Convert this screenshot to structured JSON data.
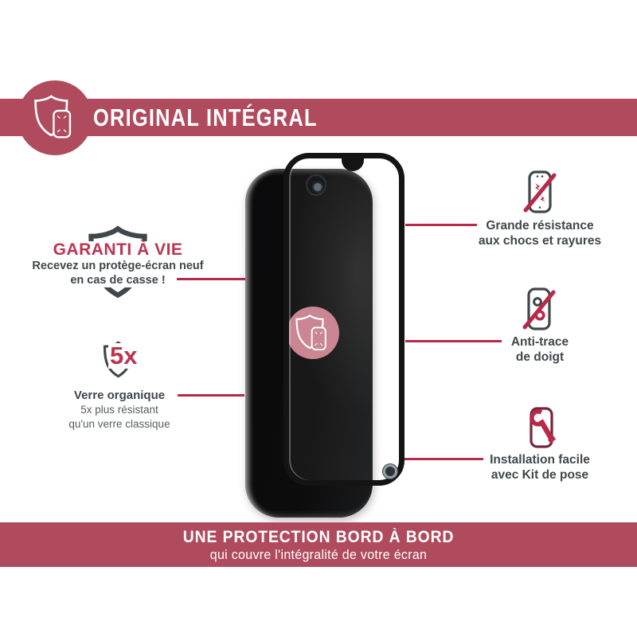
{
  "header": {
    "title": "ORIGINAL INTÉGRAL"
  },
  "guarantee": {
    "title": "GARANTI À VIE",
    "line1": "Recevez un protège-écran neuf",
    "line2": "en cas de casse !"
  },
  "glass": {
    "badge": "5x",
    "line1": "Verre organique",
    "line2": "5x plus résistant",
    "line3": "qu'un verre classique"
  },
  "features": [
    {
      "icon": "phone-impact-slash-icon",
      "line1": "Grande résistance",
      "line2": "aux chocs et rayures"
    },
    {
      "icon": "phone-fingerprint-slash-icon",
      "line1": "Anti-trace",
      "line2": "de doigt"
    },
    {
      "icon": "phone-wrench-icon",
      "line1": "Installation facile",
      "line2": "avec Kit de pose"
    }
  ],
  "footer": {
    "title": "UNE PROTECTION BORD À BORD",
    "subtitle": "qui couvre l'intégralité de votre écran"
  },
  "colors": {
    "banner": "#b04b5d",
    "accent_line": "#b8294a",
    "accent_text": "#bc3450",
    "dark_text": "#3f474a",
    "badge_pink": "#c8808d"
  }
}
